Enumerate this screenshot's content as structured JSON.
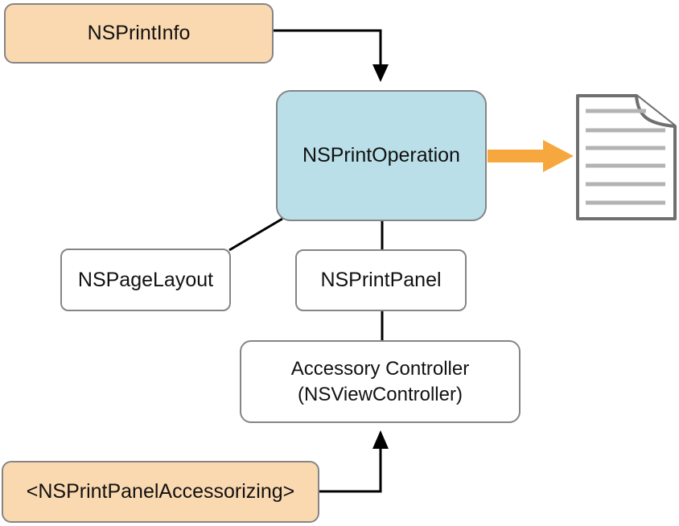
{
  "diagram": {
    "nodes": {
      "print_info": {
        "label": "NSPrintInfo"
      },
      "print_operation": {
        "label": "NSPrintOperation"
      },
      "page_layout": {
        "label": "NSPageLayout"
      },
      "print_panel": {
        "label": "NSPrintPanel"
      },
      "accessory_controller": {
        "label_line1": "Accessory Controller",
        "label_line2": "(NSViewController)"
      },
      "print_panel_accessorizing": {
        "label": "<NSPrintPanelAccessorizing>"
      }
    },
    "icons": {
      "printed_document": "printed-document-icon",
      "output_arrow": "output-arrow-icon"
    },
    "colors": {
      "protocol_box_fill": "#FBD9B0",
      "highlight_box_fill": "#BADFE9",
      "plain_box_fill": "#FFFFFF",
      "box_border": "#858585",
      "connector": "#000000",
      "output_arrow": "#F6A83F",
      "document_border": "#6F6F6F",
      "document_text_lines": "#B3B3B3"
    }
  }
}
